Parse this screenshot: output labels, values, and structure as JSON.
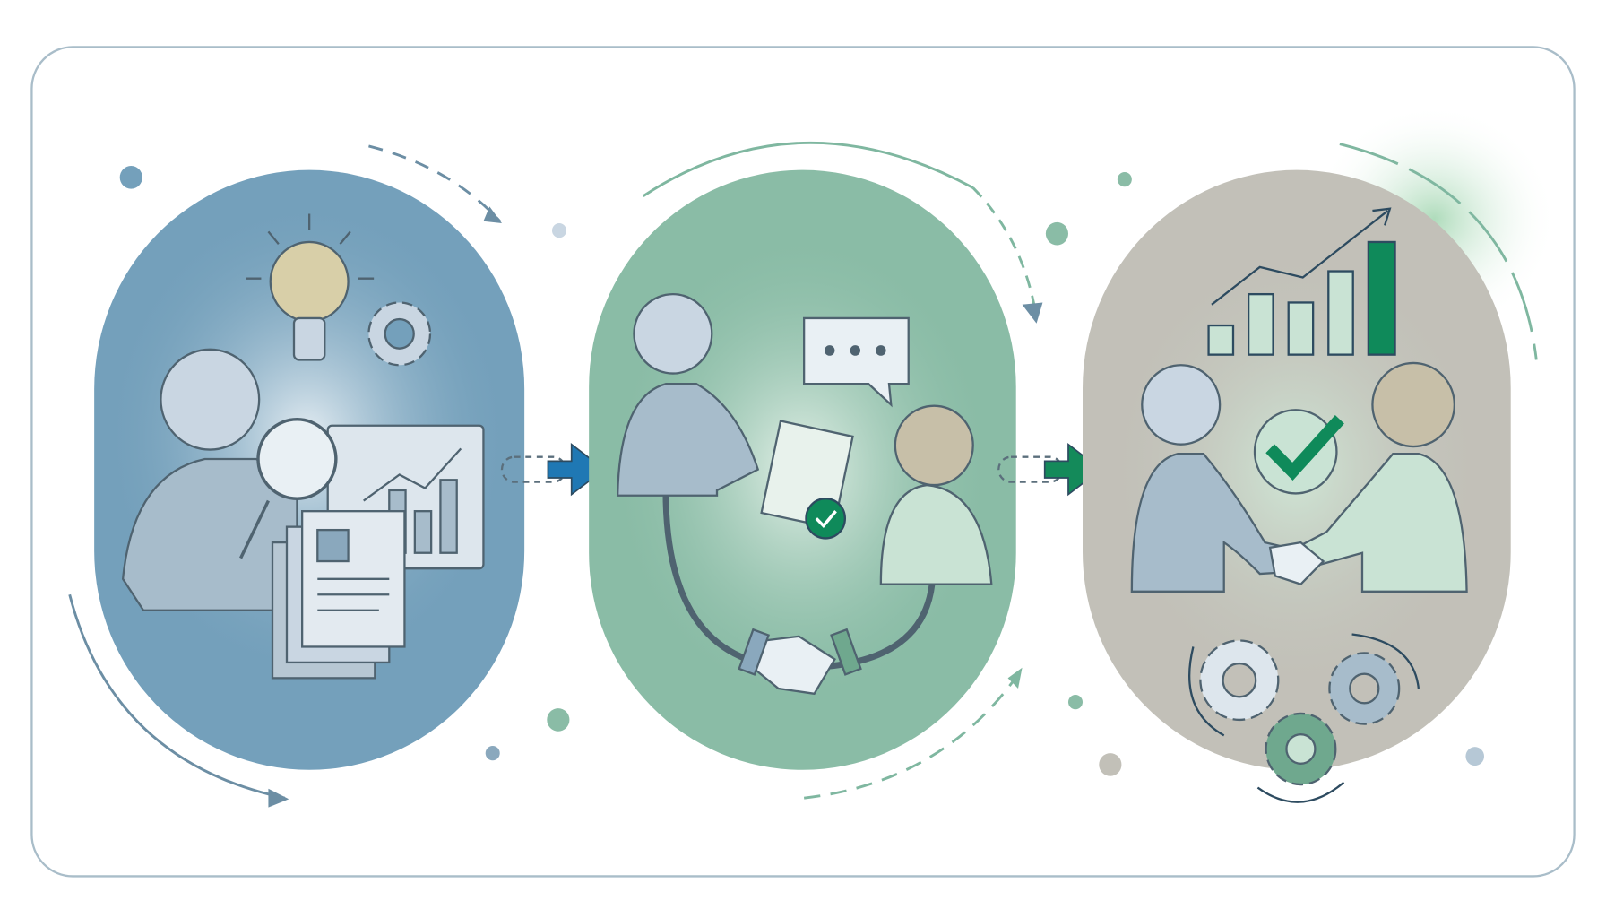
{
  "diagram": {
    "stages": [
      {
        "id": "research",
        "icons": [
          "person-icon",
          "magnifier-icon",
          "lightbulb-icon",
          "gear-icon",
          "chart-board-icon",
          "document-stack-icon"
        ],
        "color": "#74a0bb"
      },
      {
        "id": "agreement",
        "icons": [
          "person-icon",
          "person-icon",
          "chat-bubble-icon",
          "signed-document-icon",
          "handshake-icon"
        ],
        "color": "#8abca6"
      },
      {
        "id": "growth",
        "icons": [
          "person-icon",
          "person-icon",
          "handshake-icon",
          "checkmark-icon",
          "bar-chart-icon",
          "gears-icon"
        ],
        "color": "#c2c0b8"
      }
    ],
    "connectors": [
      {
        "from": "research",
        "to": "agreement",
        "color": "#1f78b4"
      },
      {
        "from": "agreement",
        "to": "growth",
        "color": "#148a5a"
      }
    ],
    "colors": {
      "frame": "#a9bdc9",
      "line": "#5b6f7c",
      "accent_green": "#0f8a5a",
      "person_fill": "#c9d6e2"
    }
  }
}
